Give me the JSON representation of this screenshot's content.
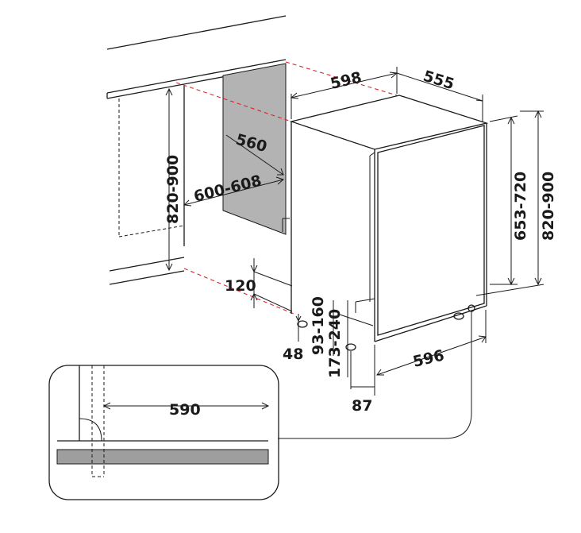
{
  "dimensions": {
    "width_598": "598",
    "depth_555": "555",
    "cabinet_depth_560": "560",
    "niche_width_600_608": "600-608",
    "niche_height_820_900": "820-900",
    "appliance_height_653_720": "653-720",
    "total_height_820_900": "820-900",
    "plinth_120": "120",
    "foot_48": "48",
    "range_93_160": "93-160",
    "range_173_240": "173-240",
    "bottom_width_596": "596",
    "offset_87": "87",
    "detail_590": "590"
  },
  "colors": {
    "line": "#1a1a1a",
    "hidden_edge": "#d9262c",
    "niche_panel": "#b3b3b3",
    "detail_bar": "#9e9e9e"
  }
}
